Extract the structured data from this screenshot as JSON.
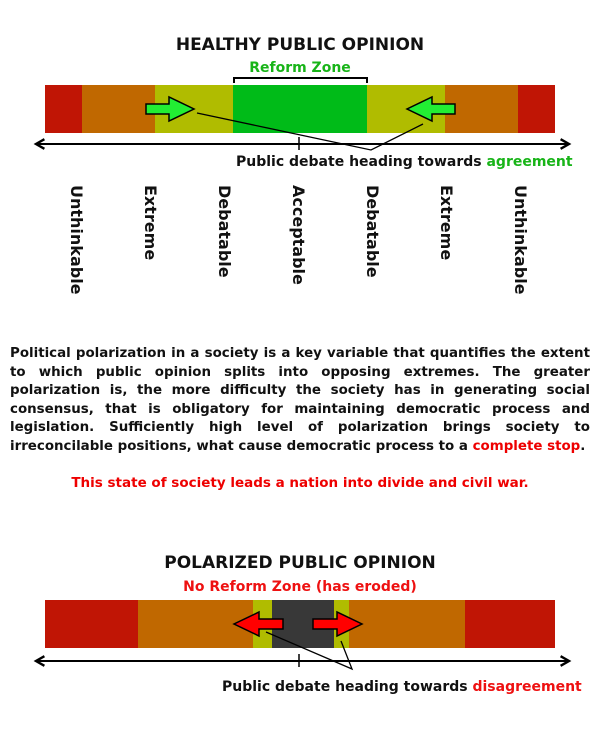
{
  "healthy": {
    "title": "HEALTHY PUBLIC OPINION",
    "zone_label": "Reform Zone",
    "caption_prefix": "Public debate heading towards",
    "caption_highlight": "agreement",
    "scale_labels": [
      "Unthinkable",
      "Extreme",
      "Debatable",
      "Acceptable",
      "Debatable",
      "Extreme",
      "Unthinkable"
    ]
  },
  "paragraph": {
    "text": "Political polarization in a society is a key variable that quantifies the extent to which public opinion splits into opposing extremes. The greater polarization is, the more difficulty the society has in generating social consensus, that is obligatory for maintaining democratic process and legislation. Sufficiently high level of polarization brings society to irreconcilable positions, what cause democratic process to a",
    "highlight": "complete stop",
    "end": "."
  },
  "warning": "This state of society leads a nation into divide and civil war.",
  "polarized": {
    "title": "POLARIZED PUBLIC OPINION",
    "zone_label": "No Reform Zone (has eroded)",
    "caption_prefix": "Public debate heading towards",
    "caption_highlight": "disagreement"
  },
  "colors": {
    "red": "#c01505",
    "orange": "#c06800",
    "olive": "#b0bc00",
    "green": "#00bb18",
    "dark": "#383838",
    "accent_green": "#18b418",
    "accent_red": "#ee1111"
  }
}
